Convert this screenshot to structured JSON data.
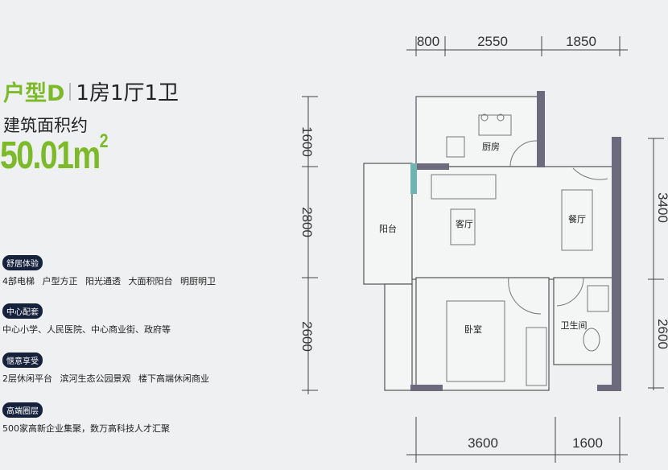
{
  "header": {
    "type": "户型D",
    "rooms": "1房1厅1卫",
    "area_label": "建筑面积约",
    "area_value": "50.01m",
    "area_unit_sup": "2"
  },
  "features": [
    {
      "badge": "舒居体验",
      "text": "4部电梯  户型方正  阳光通透  大面积阳台  明厨明卫"
    },
    {
      "badge": "中心配套",
      "text": "中心小学、人民医院、中心商业街、政府等"
    },
    {
      "badge": "惬意享受",
      "text": "2层休闲平台  滨河生态公园景观  楼下高端休闲商业"
    },
    {
      "badge": "高端圈层",
      "text": "500家高新企业集聚，数万高科技人才汇聚"
    }
  ],
  "plan": {
    "rooms": {
      "kitchen": "厨房",
      "living": "客厅",
      "dining": "餐厅",
      "balcony": "阳台",
      "bedroom": "卧室",
      "bathroom": "卫生间"
    },
    "dims_top": [
      "800",
      "2550",
      "1850"
    ],
    "dims_left": [
      "1600",
      "2800",
      "2600"
    ],
    "dims_right": [
      "3400",
      "2600"
    ],
    "dims_bottom": [
      "3600",
      "1600"
    ]
  },
  "colors": {
    "accent": "#7dba2a",
    "badge": "#16213c",
    "wall": "#6e6a7e",
    "window": "#6fb3b4"
  }
}
